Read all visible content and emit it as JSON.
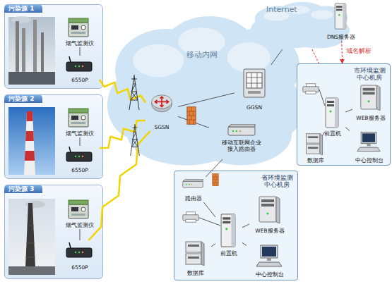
{
  "diagram": {
    "nodes": [
      {
        "text": [
          "污染源 1"
        ]
      },
      {
        "text": [
          "烟气监测仪"
        ],
        "in": 0
      },
      {
        "text": [
          "6550P"
        ],
        "in": 0
      },
      {
        "text": [
          "污染源 2"
        ]
      },
      {
        "text": [
          "烟气监测仪"
        ],
        "in": 3
      },
      {
        "text": [
          "6550P"
        ],
        "in": 3
      },
      {
        "text": [
          "污染源 3"
        ]
      },
      {
        "text": [
          "烟气监测仪"
        ],
        "in": 6
      },
      {
        "text": [
          "6550P"
        ],
        "in": 6
      },
      {
        "text": [
          "移动内网"
        ]
      },
      {
        "text": [
          "SGSN"
        ],
        "in": 9
      },
      {
        "text": [
          "GGSN"
        ],
        "in": 9
      },
      {
        "text": [
          "Internet"
        ]
      },
      {
        "text": [
          "DNS服务器"
        ]
      },
      {
        "text": [
          "移动互联网企业 接入路由器"
        ]
      },
      {
        "text": [
          "市环境监测 中心机房"
        ]
      },
      {
        "text": [
          "前置机"
        ],
        "in": 15
      },
      {
        "text": [
          "WEB服务器"
        ],
        "in": 15
      },
      {
        "text": [
          "数据库"
        ],
        "in": 15
      },
      {
        "text": [
          "中心控制台"
        ],
        "in": 15
      },
      {
        "text": [
          "省环境监测 中心机房"
        ]
      },
      {
        "text": [
          "路由器"
        ],
        "in": 20
      },
      {
        "text": [
          "前置机"
        ],
        "in": 20
      },
      {
        "text": [
          "WEB服务器"
        ],
        "in": 20
      },
      {
        "text": [
          "数据库"
        ],
        "in": 20
      },
      {
        "text": [
          "中心控制台"
        ],
        "in": 20
      }
    ],
    "edges": [
      {
        "from": 1,
        "to": 2,
        "arrow": "none"
      },
      {
        "from": 4,
        "to": 5,
        "arrow": "none"
      },
      {
        "from": 7,
        "to": 8,
        "arrow": "none"
      },
      {
        "from": 2,
        "to": 10,
        "arrow": "none"
      },
      {
        "from": 5,
        "to": 10,
        "arrow": "none"
      },
      {
        "from": 8,
        "to": 10,
        "arrow": "none"
      },
      {
        "from": 10,
        "to": 11,
        "arrow": "none"
      },
      {
        "from": 10,
        "to": 14,
        "arrow": "none"
      },
      {
        "from": 11,
        "to": 12,
        "arrow": "none"
      },
      {
        "from": 12,
        "to": 15,
        "arrow": "none"
      },
      {
        "from": 13,
        "to": 15,
        "arrow": "to",
        "label": "域名解析"
      },
      {
        "from": 14,
        "to": 21,
        "arrow": "none"
      },
      {
        "from": 21,
        "to": 22,
        "arrow": "none"
      },
      {
        "from": 22,
        "to": 23,
        "arrow": "none"
      },
      {
        "from": 22,
        "to": 24,
        "arrow": "none"
      },
      {
        "from": 22,
        "to": 25,
        "arrow": "none"
      },
      {
        "from": 16,
        "to": 17,
        "arrow": "none"
      },
      {
        "from": 16,
        "to": 18,
        "arrow": "none"
      },
      {
        "from": 16,
        "to": 19,
        "arrow": "none"
      }
    ]
  }
}
